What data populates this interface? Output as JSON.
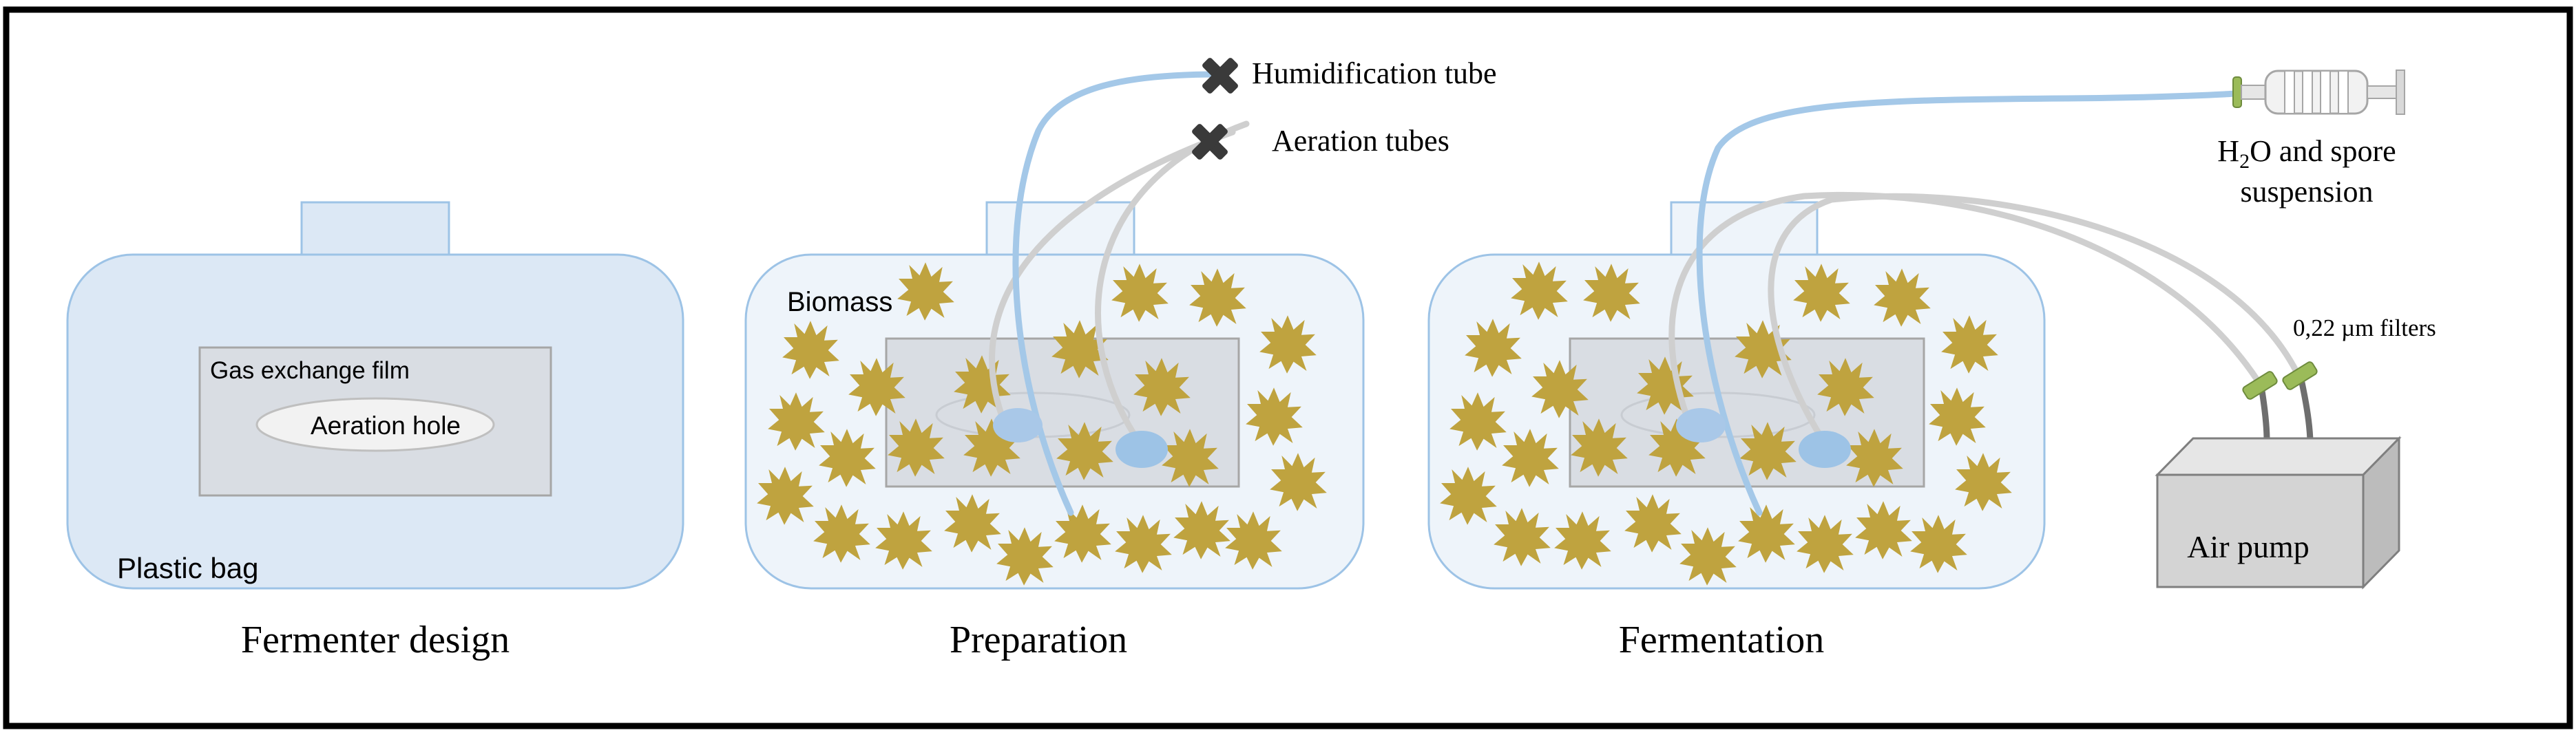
{
  "panels": {
    "design": {
      "caption": "Fermenter design",
      "gas_film_label": "Gas exchange film",
      "aeration_hole_label": "Aeration hole",
      "plastic_bag_label": "Plastic bag"
    },
    "preparation": {
      "caption": "Preparation",
      "biomass_label": "Biomass",
      "humidification_tube_label": "Humidification tube",
      "aeration_tubes_label": "Aeration tubes"
    },
    "fermentation": {
      "caption": "Fermentation",
      "syringe_label_line1_pre": "H",
      "syringe_label_line1_sub": "2",
      "syringe_label_line1_post": "O and spore",
      "syringe_label_line2": "suspension",
      "filters_label": "0,22 µm filters",
      "air_pump_label": "Air pump"
    }
  },
  "colors": {
    "bag_fill": "#dce8f5",
    "bag_stroke": "#9dc3e6",
    "bag_light_fill": "#eef4fa",
    "film_fill": "#d9dde3",
    "film_stroke": "#a6a6a6",
    "biomass": "#bfa33f",
    "water_tube": "#a4c8e8",
    "air_tube": "#cfcfcf",
    "filter": "#9bbb59",
    "pump_front": "#d4d4d4",
    "pump_top": "#e6e6e6",
    "pump_side": "#bcbcbc",
    "closed_marker": "#3a3a3a",
    "frame": "#000000"
  },
  "icons": {
    "closed_marker": "x-icon",
    "syringe": "syringe-icon",
    "filter": "filter-icon",
    "air_pump": "air-pump-icon",
    "biomass": "starburst-particle"
  }
}
